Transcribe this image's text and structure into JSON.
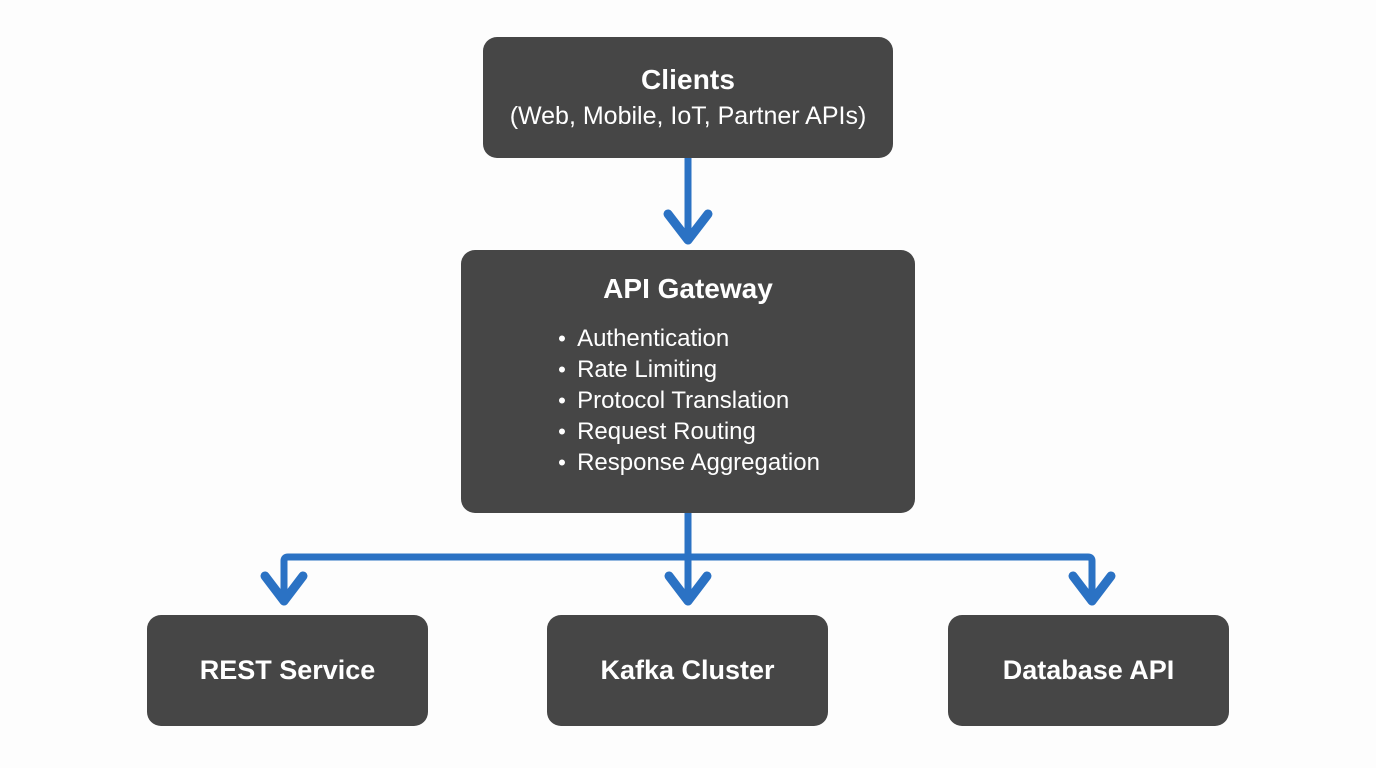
{
  "diagram": {
    "type": "architecture-flow",
    "background_color": "#fdfdfd",
    "node_fill_color": "#464646",
    "node_text_color": "#ffffff",
    "connector_color": "#2b72c4",
    "nodes": {
      "clients": {
        "title": "Clients",
        "subtitle": "(Web, Mobile, IoT, Partner APIs)"
      },
      "api_gateway": {
        "title": "API Gateway",
        "features": [
          "Authentication",
          "Rate Limiting",
          "Protocol Translation",
          "Request Routing",
          "Response Aggregation"
        ]
      },
      "rest_service": {
        "title": "REST Service"
      },
      "kafka_cluster": {
        "title": "Kafka Cluster"
      },
      "database_api": {
        "title": "Database API"
      }
    },
    "bullet_glyph": "•",
    "connectors": [
      {
        "from": "clients",
        "to": "api_gateway",
        "style": "straight-arrow-down"
      },
      {
        "from": "api_gateway",
        "to": "rest_service",
        "style": "elbow-arrow-down-left"
      },
      {
        "from": "api_gateway",
        "to": "kafka_cluster",
        "style": "straight-arrow-down"
      },
      {
        "from": "api_gateway",
        "to": "database_api",
        "style": "elbow-arrow-down-right"
      }
    ]
  }
}
